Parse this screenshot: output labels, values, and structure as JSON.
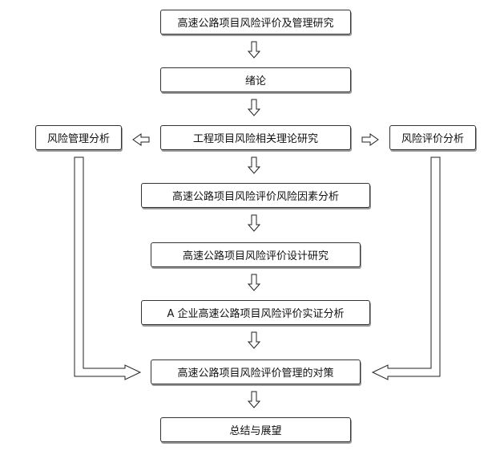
{
  "boxes": {
    "title": "高速公路项目风险评价及管理研究",
    "intro": "绪论",
    "theory": "工程项目风险相关理论研究",
    "risk_mgmt": "风险管理分析",
    "risk_eval": "风险评价分析",
    "factors": "高速公路项目风险评价风险因素分析",
    "design": "高速公路项目风险评价设计研究",
    "case": "A 企业高速公路项目风险评价实证分析",
    "measures": "高速公路项目风险评价管理的对策",
    "summary": "总结与展望"
  }
}
